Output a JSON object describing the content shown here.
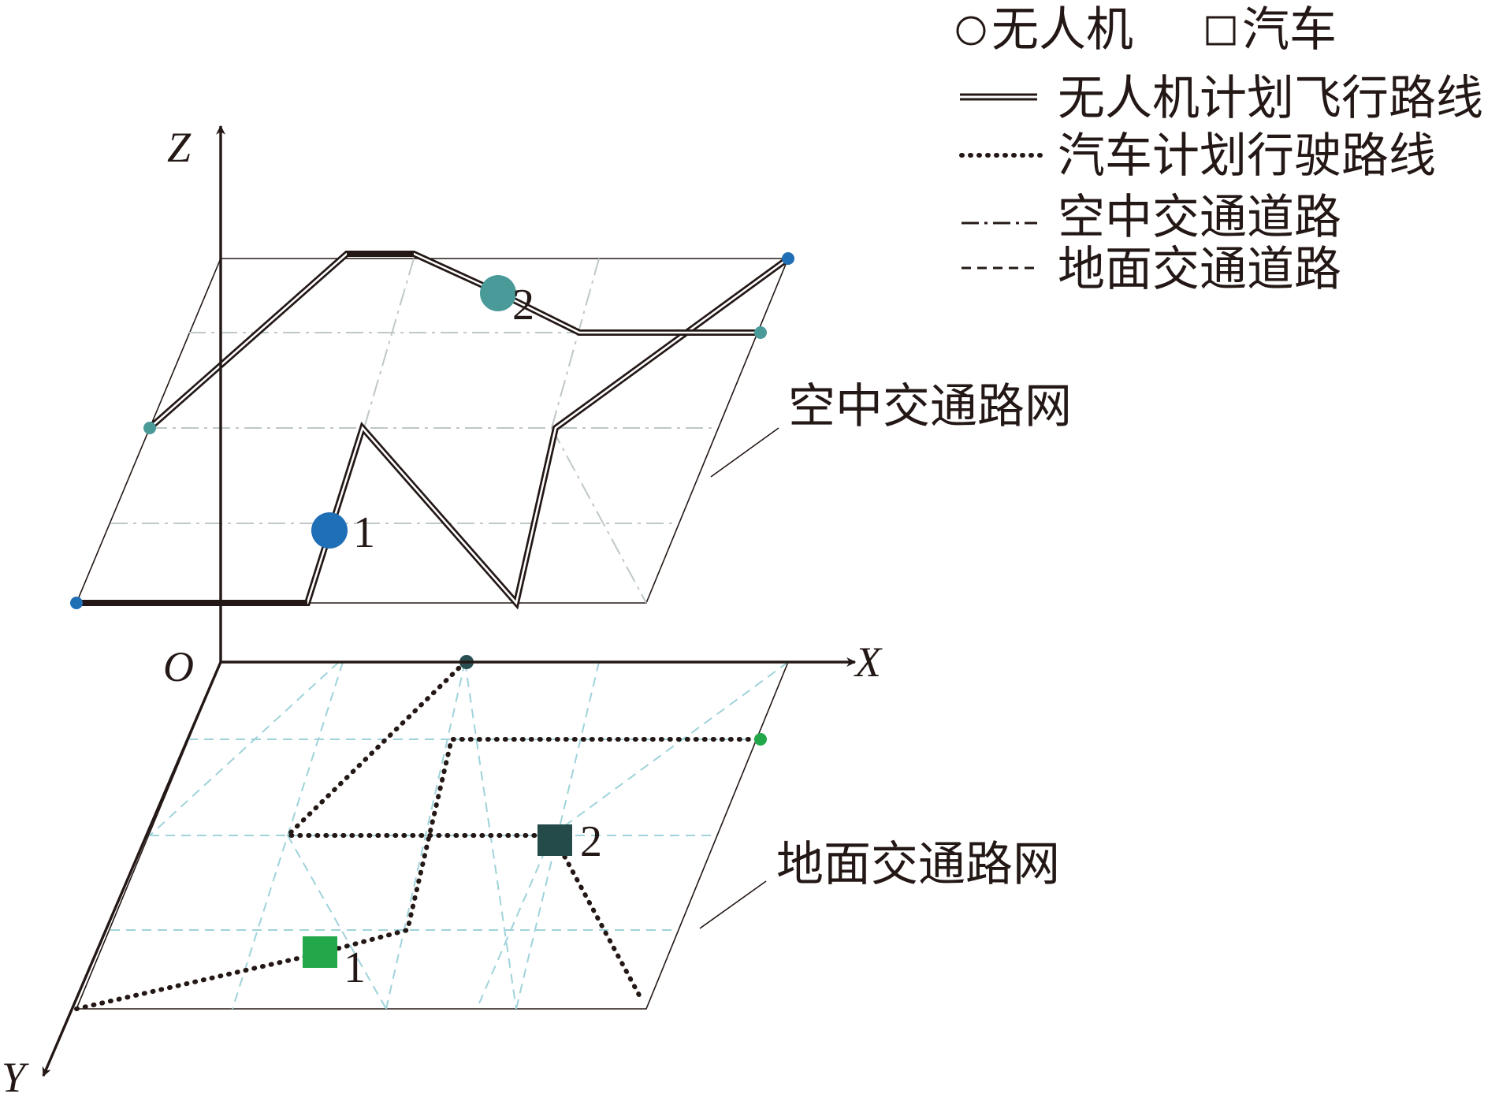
{
  "axes": {
    "x": "X",
    "y": "Y",
    "z": "Z",
    "origin": "O"
  },
  "legend": {
    "uav_symbol": "○",
    "uav": "无人机",
    "car_symbol": "□",
    "car": "汽车",
    "uav_route": "无人机计划飞行路线",
    "car_route": "汽车计划行驶路线",
    "air_road": "空中交通道路",
    "ground_road": "地面交通道路"
  },
  "network_labels": {
    "air": "空中交通路网",
    "ground": "地面交通路网"
  },
  "uavs": [
    {
      "id": "1",
      "color": "#1F6FB7"
    },
    {
      "id": "2",
      "color": "#4A9A9A"
    }
  ],
  "cars": [
    {
      "id": "1",
      "color": "#22A84A"
    },
    {
      "id": "2",
      "color": "#244A4A"
    }
  ],
  "colors": {
    "ink": "#231815",
    "air_grid": "#BFC7C7",
    "ground_grid": "#9FD3DA",
    "endpoint_blue": "#1F6FB7",
    "endpoint_teal": "#4A9A9A",
    "endpoint_green": "#22A84A",
    "endpoint_dark": "#2A4F52"
  }
}
